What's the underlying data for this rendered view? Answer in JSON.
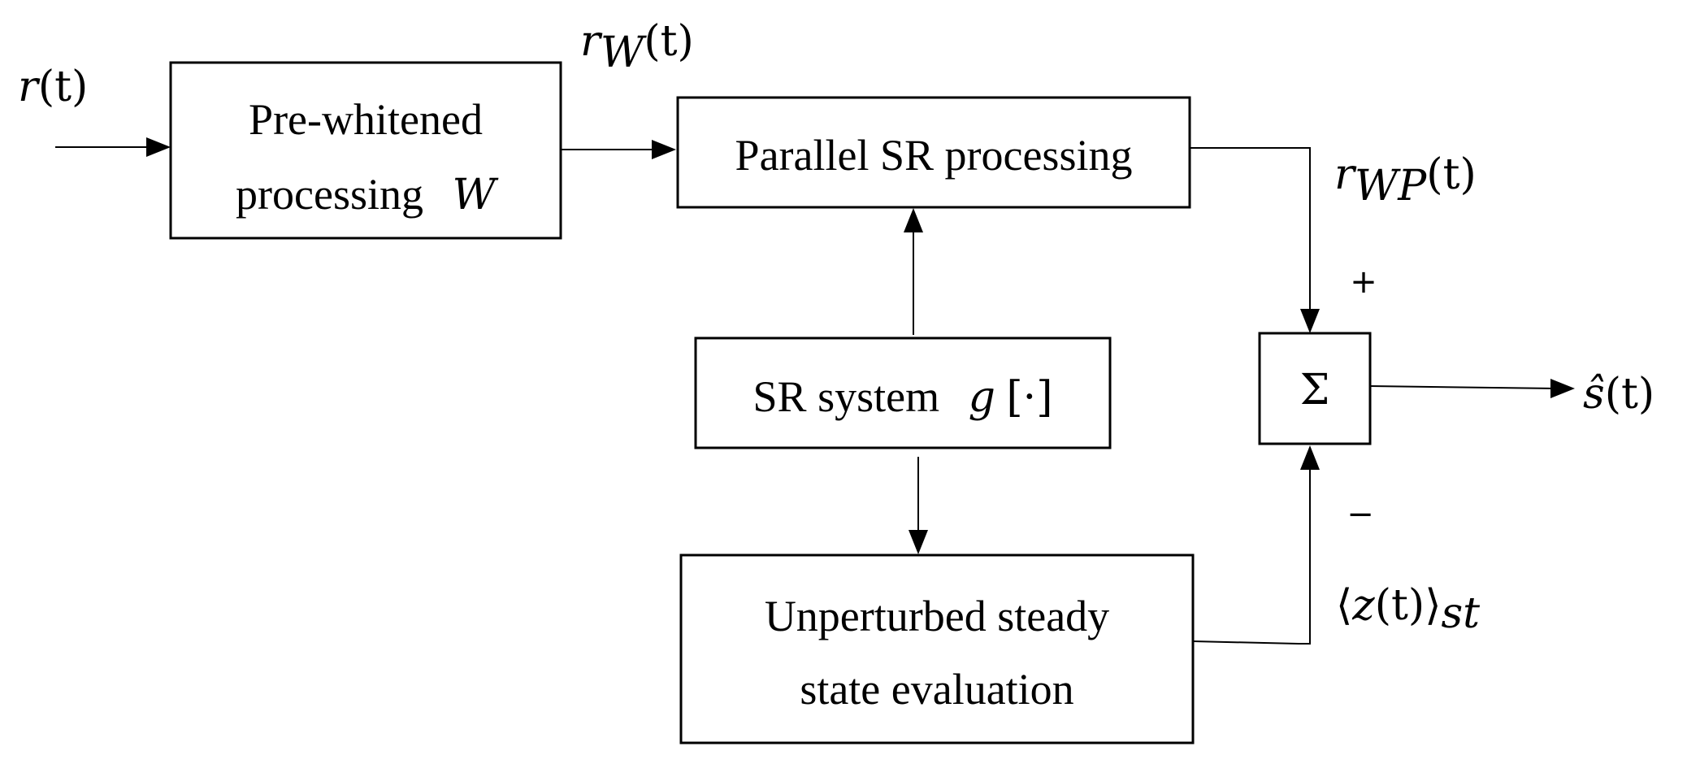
{
  "blocks": {
    "prewhitened": {
      "line1": "Pre-whitened",
      "line2": "processing",
      "symbol": "W"
    },
    "parallel": {
      "label": "Parallel SR processing"
    },
    "sr_system": {
      "label": "SR system",
      "symbol": "g",
      "operator": "[·]"
    },
    "steady_state": {
      "line1": "Unperturbed steady",
      "line2": "state evaluation"
    },
    "summer": {
      "symbol": "Σ"
    }
  },
  "signals": {
    "input": {
      "base": "r",
      "arg": "(t)"
    },
    "whitened": {
      "base": "r",
      "sub": "W",
      "arg": "(t)"
    },
    "parallel_out": {
      "base": "r",
      "sub": "WP",
      "arg": "(t)"
    },
    "steady": {
      "open": "⟨",
      "base": "z",
      "arg": "(t)",
      "close": "⟩",
      "sub": "st"
    },
    "output": {
      "base": "ŝ",
      "arg": "(t)"
    }
  },
  "signs": {
    "plus": "+",
    "minus": "−"
  }
}
